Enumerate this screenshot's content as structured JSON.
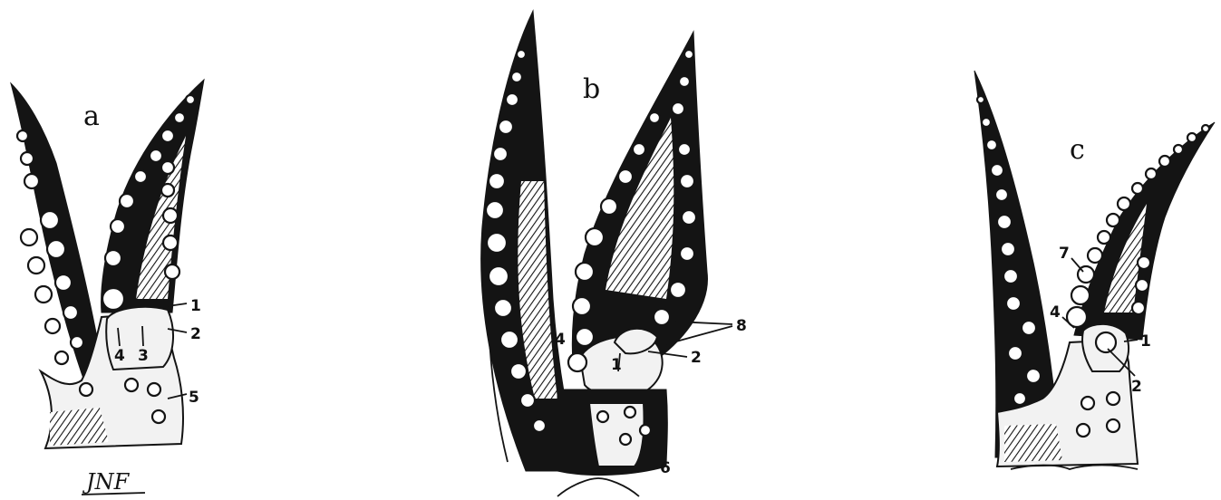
{
  "panels": [
    {
      "id": "a",
      "label": "a",
      "numbers": [
        "1",
        "2",
        "3",
        "4",
        "5"
      ]
    },
    {
      "id": "b",
      "label": "b",
      "numbers": [
        "1",
        "2",
        "4",
        "6",
        "8"
      ]
    },
    {
      "id": "c",
      "label": "c",
      "numbers": [
        "1",
        "2",
        "4",
        "7"
      ]
    }
  ],
  "signature": "JNF",
  "colors": {
    "ink": "#141414",
    "paper": "#ffffff"
  }
}
